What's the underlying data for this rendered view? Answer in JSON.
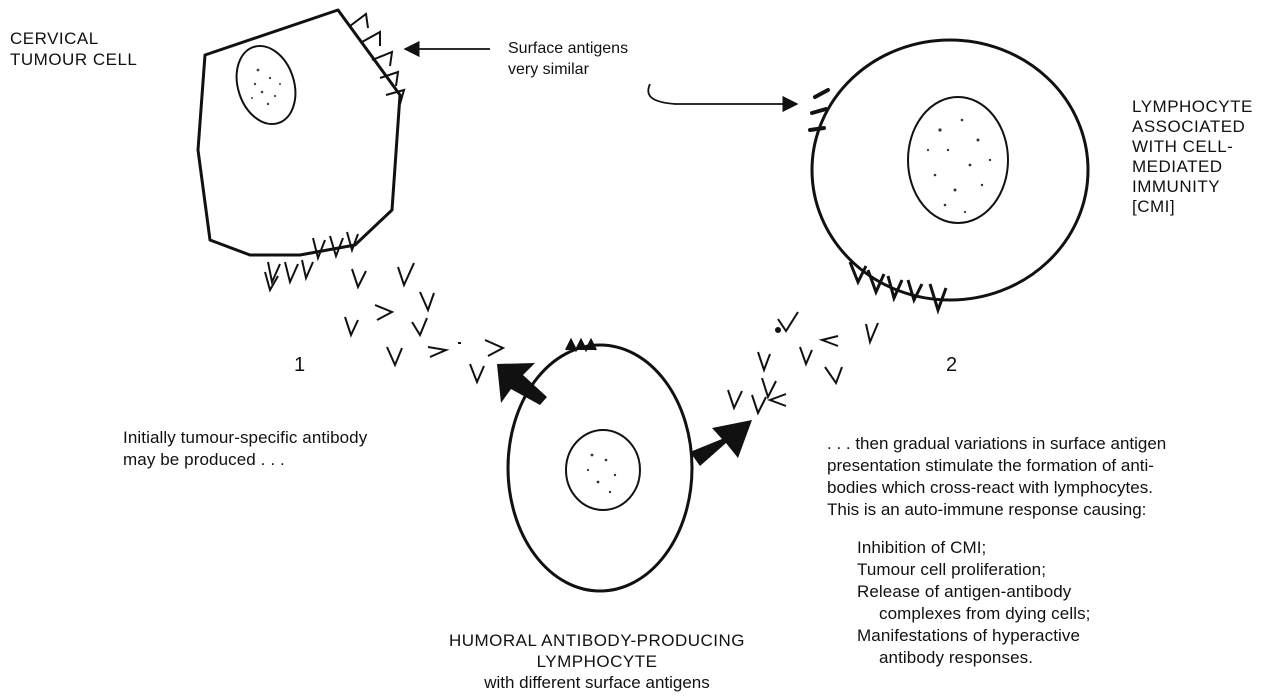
{
  "labels": {
    "tumour_cell": [
      "CERVICAL",
      "TUMOUR CELL"
    ],
    "surface_antigens": [
      "Surface antigens",
      "very similar"
    ],
    "cmi_lymphocyte": [
      "LYMPHOCYTE",
      "ASSOCIATED",
      "WITH CELL-",
      "MEDIATED",
      "IMMUNITY",
      "[CMI]"
    ],
    "humoral_lymphocyte": [
      "HUMORAL ANTIBODY-PRODUCING",
      "LYMPHOCYTE",
      "with different surface antigens"
    ],
    "step_1": "1",
    "step_2": "2"
  },
  "text": {
    "initial": [
      "Initially tumour-specific antibody",
      "may be produced . . ."
    ],
    "then": [
      ". . . then gradual variations in surface antigen",
      "presentation stimulate the formation of anti-",
      "bodies which cross-react with lymphocytes.",
      "This is an auto-immune response causing:"
    ],
    "effects": [
      "Inhibition of CMI;",
      "Tumour cell proliferation;",
      "Release of antigen-antibody",
      "complexes from dying cells;",
      "Manifestations of hyperactive",
      "antibody responses."
    ]
  }
}
